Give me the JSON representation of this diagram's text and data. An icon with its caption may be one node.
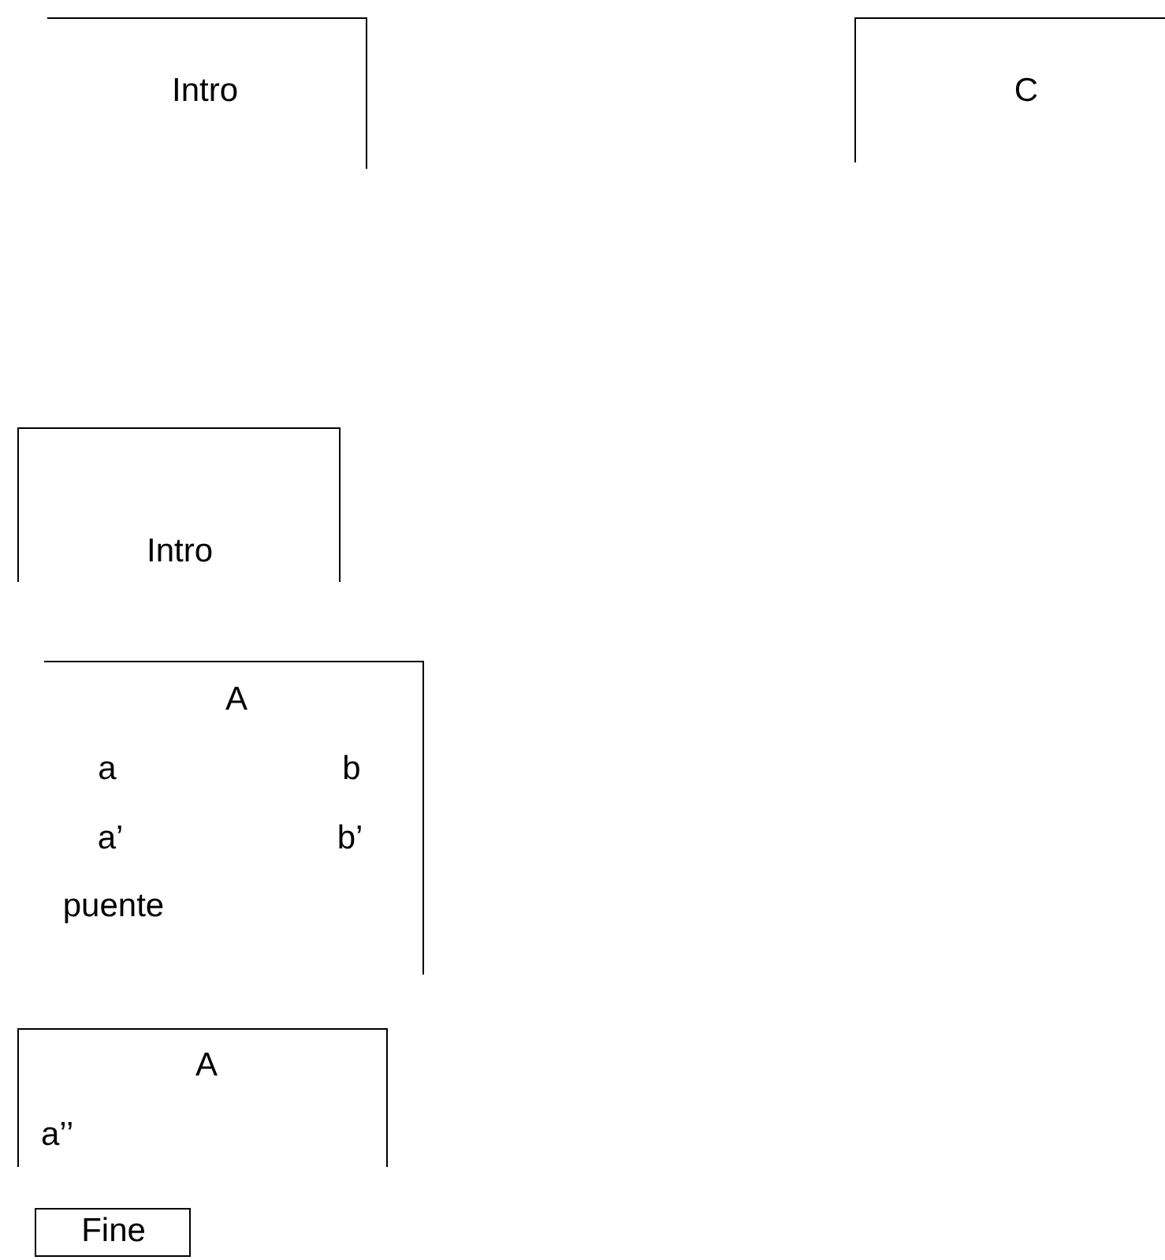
{
  "diagram": {
    "nodes": [
      {
        "text": [
          "Intro"
        ]
      },
      {
        "text": [
          "C"
        ]
      },
      {
        "text": [
          "Intro"
        ]
      },
      {
        "text": [
          "A",
          "a",
          "b",
          "a’",
          "b’",
          "puente"
        ]
      },
      {
        "text": [
          "A",
          "a’’"
        ]
      },
      {
        "text": [
          "Fine"
        ]
      }
    ]
  }
}
